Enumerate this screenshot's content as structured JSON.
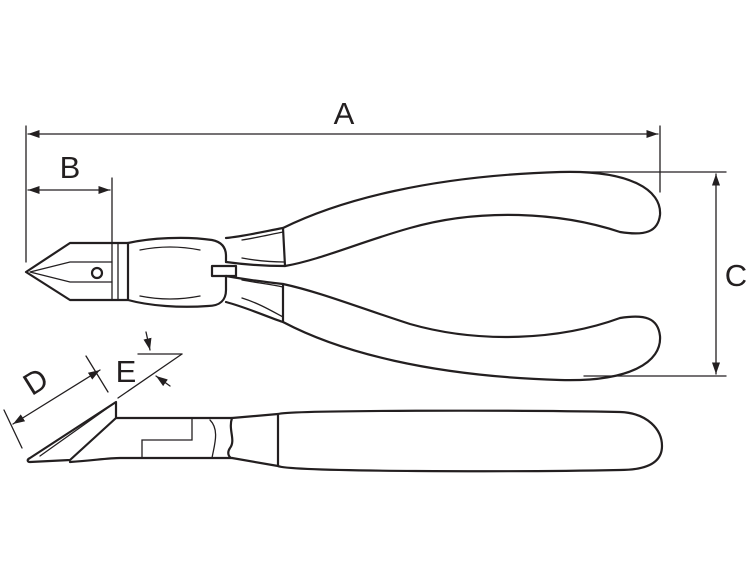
{
  "labels": {
    "a": "A",
    "b": "B",
    "c": "C",
    "d": "D",
    "e": "E"
  },
  "colors": {
    "stroke": "#231f20",
    "background": "#ffffff"
  }
}
